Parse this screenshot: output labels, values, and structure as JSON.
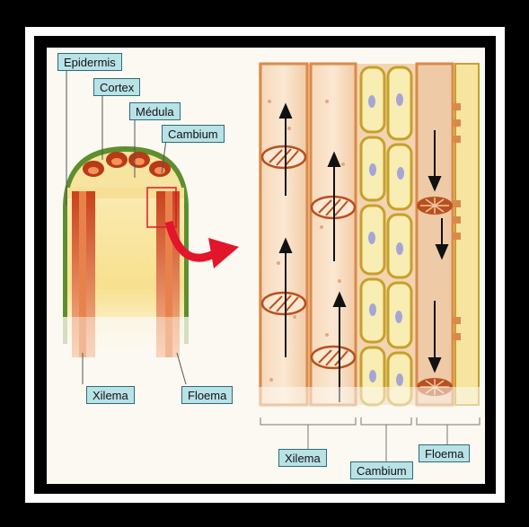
{
  "labels": {
    "epidermis": "Epidermis",
    "cortex": "Cortex",
    "medula": "Médula",
    "cambium_top": "Cambium",
    "xilema_left": "Xilema",
    "floema_left": "Floema",
    "xilema_bottom": "Xilema",
    "cambium_bottom": "Cambium",
    "floema_bottom": "Floema"
  },
  "colors": {
    "label_bg": "#b9e2e7",
    "label_border": "#2c6d74",
    "xylem_vessel": "#e2773f",
    "cambium_cell": "#f6e9a2",
    "phloem": "#e9c4a0",
    "arrow_red": "#e3152b"
  }
}
